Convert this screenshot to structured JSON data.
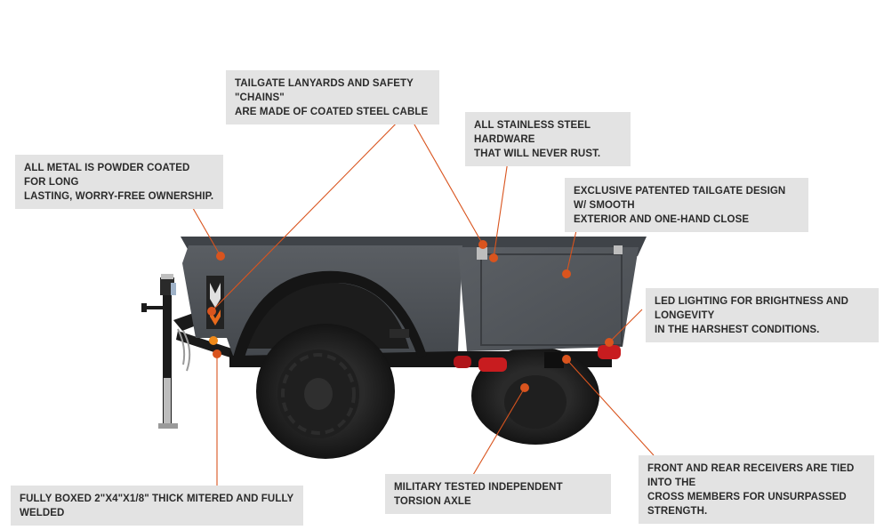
{
  "callouts": {
    "lanyards": "TAILGATE LANYARDS AND SAFETY \"CHAINS\"\nARE MADE OF COATED STEEL CABLE",
    "hardware": "ALL STAINLESS STEEL HARDWARE\nTHAT WILL NEVER RUST.",
    "powder": "ALL METAL IS POWDER COATED FOR LONG\nLASTING, WORRY-FREE OWNERSHIP.",
    "tailgate": "EXCLUSIVE PATENTED TAILGATE DESIGN W/ SMOOTH\nEXTERIOR AND ONE-HAND CLOSE",
    "led": "LED LIGHTING FOR BRIGHTNESS AND LONGEVITY\nIN THE HARSHEST CONDITIONS.",
    "receivers": "FRONT AND REAR RECEIVERS ARE TIED INTO THE\nCROSS MEMBERS FOR UNSURPASSED STRENGTH.",
    "axle": "MILITARY TESTED INDEPENDENT TORSION AXLE",
    "frame": "FULLY BOXED 2\"X4\"X1/8\" THICK MITERED AND FULLY WELDED"
  },
  "colors": {
    "accent": "#d9541e",
    "body": "#4d5156",
    "callout_bg": "#e3e3e3"
  }
}
